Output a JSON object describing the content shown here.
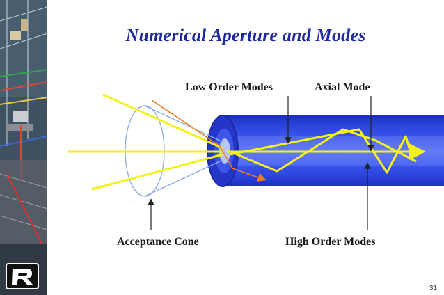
{
  "slide": {
    "title": "Numerical Aperture and Modes",
    "page_number": "31"
  },
  "labels": {
    "low_order_modes": "Low Order Modes",
    "axial_mode": "Axial Mode",
    "acceptance_cone": "Acceptance Cone",
    "high_order_modes": "High Order Modes"
  },
  "colors": {
    "title": "#1f2aa0",
    "fiber_core": "#2a3fd8",
    "fiber_cladding": "#3c55e6",
    "ray": "#f5f21a",
    "refracted_ray": "#f07a1e",
    "cone_outline": "#8fb0e8"
  }
}
